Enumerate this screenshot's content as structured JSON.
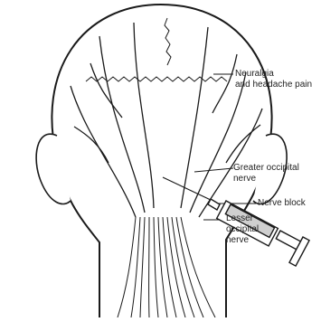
{
  "labels": {
    "neuralgia": "Neuralgia\nand headache pain",
    "greater_occipital": "Greater occipital\nnerve",
    "nerve_block": "Nerve block",
    "lesser_occipital": "Lesser\noccipital\nnerve"
  },
  "colors": {
    "ink": "#1a1a1a",
    "skin": "#ffffff",
    "shade": "#cfcfcf"
  }
}
